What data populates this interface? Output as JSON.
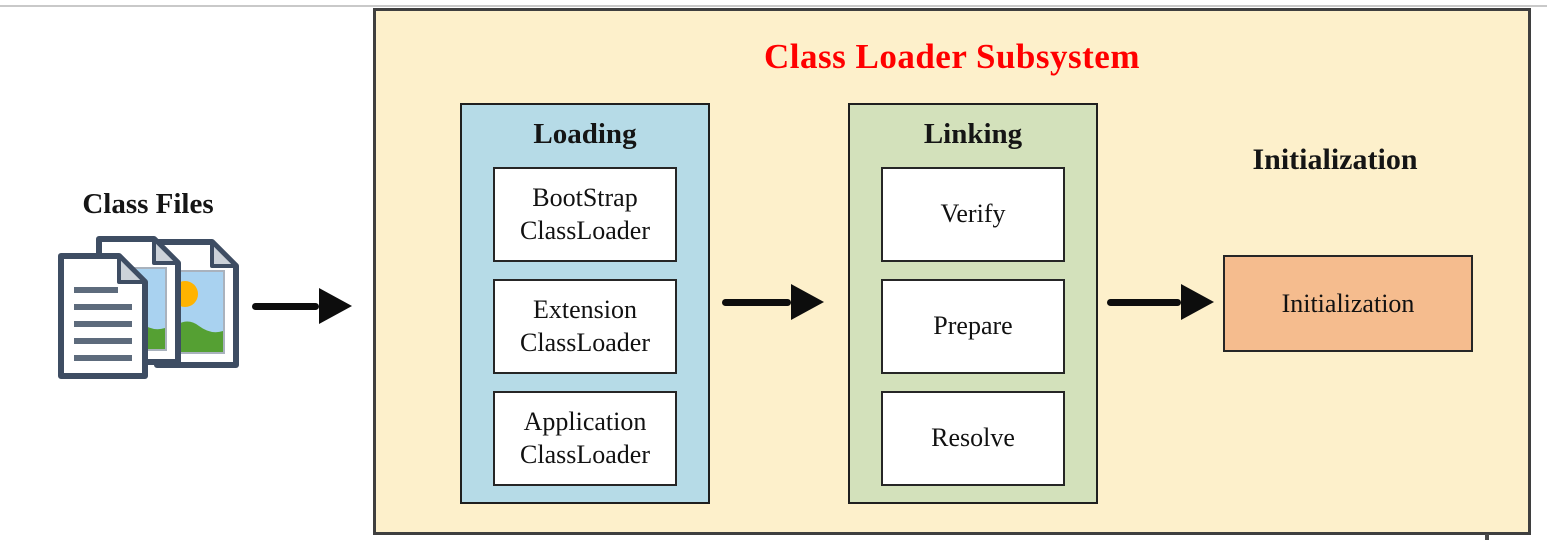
{
  "title": {
    "text": "Class Loader Subsystem",
    "color": "#ff0000"
  },
  "source": {
    "label": "Class Files",
    "icon": "class-files-stack-icon"
  },
  "panels": {
    "loading": {
      "title": "Loading",
      "bg": "#b6dbe7",
      "items": [
        "BootStrap ClassLoader",
        "Extension ClassLoader",
        "Application ClassLoader"
      ]
    },
    "linking": {
      "title": "Linking",
      "bg": "#d3e1bb",
      "items": [
        "Verify",
        "Prepare",
        "Resolve"
      ]
    }
  },
  "initialization": {
    "heading": "Initialization",
    "box_label": "Initialization",
    "box_bg": "#f5bc8e"
  },
  "colors": {
    "container_bg": "#fdf0cb",
    "container_border": "#3f3f3f",
    "inner_box_border": "#262626",
    "arrow": "#0d0d0d",
    "top_rule": "#c9c9c9"
  }
}
